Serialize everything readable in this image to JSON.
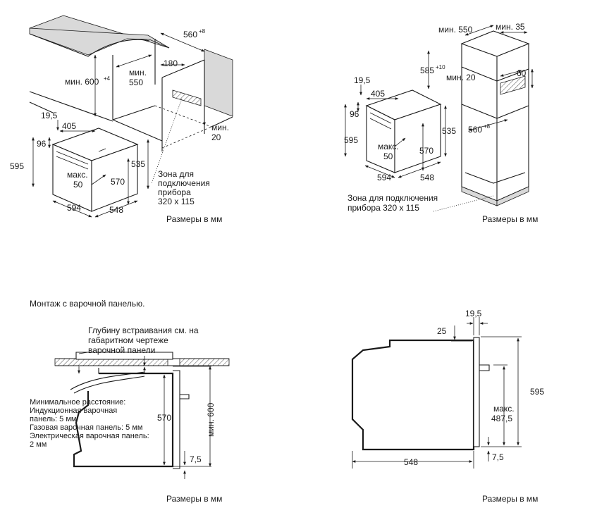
{
  "top_left": {
    "dim_560": "560",
    "dim_560_tol": "+8",
    "dim_min600": "мин. 600",
    "dim_min600_tol": "+4",
    "dim_min550_a": "мин.",
    "dim_min550_b": "550",
    "dim_180": "180",
    "dim_min20_a": "мин.",
    "dim_min20_b": "20",
    "dim_195": "19,5",
    "dim_405": "405",
    "dim_96": "96",
    "dim_595": "595",
    "dim_535": "535",
    "dim_570": "570",
    "dim_max50_a": "макс.",
    "dim_max50_b": "50",
    "dim_594": "594",
    "dim_548": "548",
    "zone_l1": "Зона для",
    "zone_l2": "подключения",
    "zone_l3": "прибора",
    "zone_l4": "320 x 115",
    "units": "Размеры в мм"
  },
  "top_right": {
    "dim_min550": "мин. 550",
    "dim_min35": "мин. 35",
    "dim_585": "585",
    "dim_585_tol": "+10",
    "dim_min20": "мин. 20",
    "dim_60": "60",
    "dim_195": "19,5",
    "dim_405": "405",
    "dim_96": "96",
    "dim_595": "595",
    "dim_535": "535",
    "dim_570": "570",
    "dim_max50_a": "макс.",
    "dim_max50_b": "50",
    "dim_560": "560",
    "dim_560_tol": "+8",
    "dim_594": "594",
    "dim_548": "548",
    "zone_l1": "Зона для подключения",
    "zone_l2": "прибора 320 x 115",
    "units": "Размеры в мм"
  },
  "bottom_left": {
    "heading": "Монтаж с варочной панелью.",
    "depth_l1": "Глубину встраивания см. на",
    "depth_l2": "габаритном чертеже",
    "depth_l3": "варочной панели",
    "min_l1": "Минимальное расстояние:",
    "min_l2": "Индукционная варочная",
    "min_l3": "панель: 5 мм",
    "min_l4": "Газовая варочная панель: 5 мм",
    "min_l5": "Электрическая варочная панель:",
    "min_l6": "2 мм",
    "dim_570": "570",
    "dim_min600": "мин. 600",
    "dim_75": "7,5",
    "units": "Размеры в мм"
  },
  "bottom_right": {
    "dim_195": "19,5",
    "dim_25": "25",
    "dim_595": "595",
    "dim_max_a": "макс.",
    "dim_max_b": "487,5",
    "dim_548": "548",
    "dim_75": "7,5",
    "units": "Размеры в мм"
  }
}
